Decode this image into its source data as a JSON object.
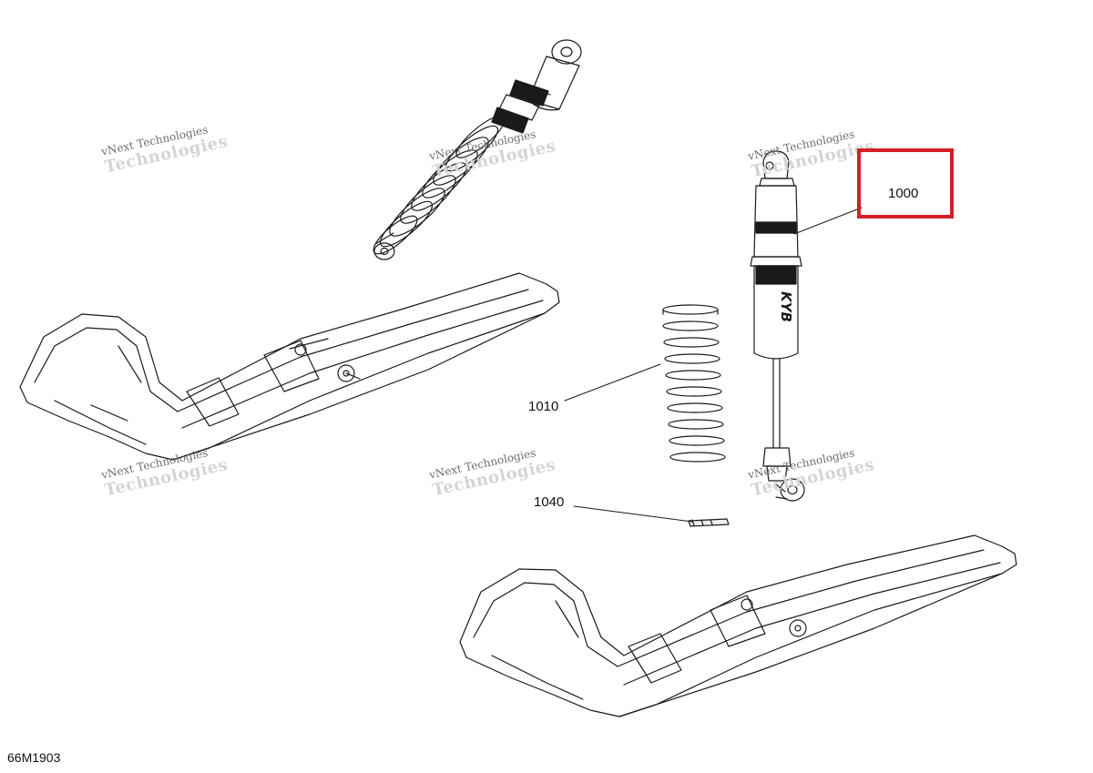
{
  "diagram": {
    "figure_id": "66M1903",
    "callouts": [
      {
        "id": "1000",
        "highlighted": true
      },
      {
        "id": "1010",
        "highlighted": false
      },
      {
        "id": "1040",
        "highlighted": false
      }
    ],
    "shock_brand_mark": "KYB",
    "watermark": {
      "line1": "vNext Technologies",
      "line2": "Technologies"
    },
    "colors": {
      "line": "#1a1a1a",
      "highlight": "#d21f26",
      "watermark": "#c8c8c8"
    }
  }
}
